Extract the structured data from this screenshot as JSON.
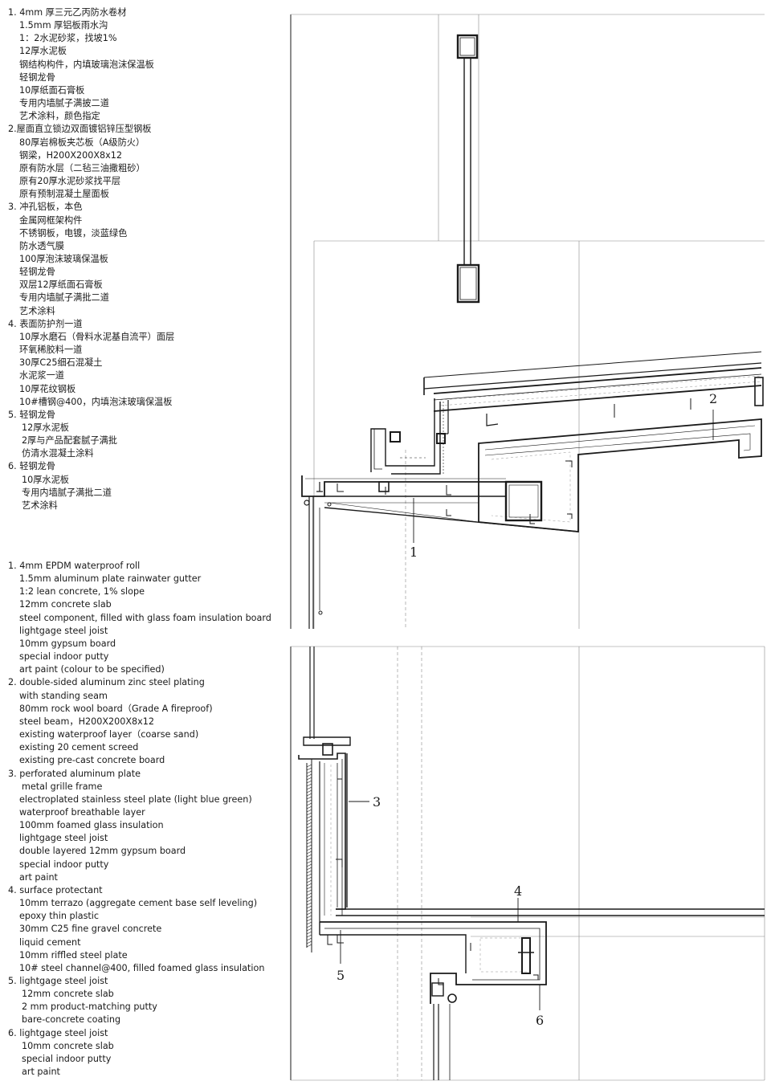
{
  "notes_zh": [
    {
      "text": "1. 4mm 厚三元乙丙防水卷材",
      "indent": 0
    },
    {
      "text": "1.5mm 厚铝板雨水沟",
      "indent": 1
    },
    {
      "text": "1：2水泥砂浆，找坡1%",
      "indent": 1
    },
    {
      "text": "12厚水泥板",
      "indent": 1
    },
    {
      "text": "钢结构构件，内填玻璃泡沫保温板",
      "indent": 1
    },
    {
      "text": "轻钢龙骨",
      "indent": 1
    },
    {
      "text": "10厚纸面石膏板",
      "indent": 1
    },
    {
      "text": "专用内墙腻子满披二道",
      "indent": 1
    },
    {
      "text": "艺术涂料，颜色指定",
      "indent": 1
    },
    {
      "text": "2.屋面直立锁边双面镀铝锌压型钢板",
      "indent": 0
    },
    {
      "text": "80厚岩棉板夹芯板（A级防火）",
      "indent": 1
    },
    {
      "text": "钢梁，H200X200X8x12",
      "indent": 1
    },
    {
      "text": "原有防水层（二毡三油撒粗砂）",
      "indent": 1
    },
    {
      "text": "原有20厚水泥砂浆找平层",
      "indent": 1
    },
    {
      "text": "原有预制混凝土屋面板",
      "indent": 1
    },
    {
      "text": "3. 冲孔铝板，本色",
      "indent": 0
    },
    {
      "text": "金属网框架构件",
      "indent": 1
    },
    {
      "text": "不锈钢板，电镀，淡蓝绿色",
      "indent": 1
    },
    {
      "text": "防水透气膜",
      "indent": 1
    },
    {
      "text": "100厚泡沫玻璃保温板",
      "indent": 1
    },
    {
      "text": "轻钢龙骨",
      "indent": 1
    },
    {
      "text": "双层12厚纸面石膏板",
      "indent": 1
    },
    {
      "text": "专用内墙腻子满批二道",
      "indent": 1
    },
    {
      "text": "艺术涂料",
      "indent": 1
    },
    {
      "text": "4. 表面防护剂一道",
      "indent": 0
    },
    {
      "text": "10厚水磨石（骨料水泥基自流平）面层",
      "indent": 1
    },
    {
      "text": "环氧稀胶料一道",
      "indent": 1
    },
    {
      "text": "30厚C25细石混凝土",
      "indent": 1
    },
    {
      "text": "水泥浆一道",
      "indent": 1
    },
    {
      "text": "10厚花纹钢板",
      "indent": 1
    },
    {
      "text": "10#槽钢@400，内填泡沫玻璃保温板",
      "indent": 1
    },
    {
      "text": "5.  轻钢龙骨",
      "indent": 0
    },
    {
      "text": "12厚水泥板",
      "indent": 2
    },
    {
      "text": "2厚与产品配套腻子满批",
      "indent": 2
    },
    {
      "text": "仿清水混凝土涂料",
      "indent": 2
    },
    {
      "text": "6.  轻钢龙骨",
      "indent": 0
    },
    {
      "text": "10厚水泥板",
      "indent": 2
    },
    {
      "text": "专用内墙腻子满批二道",
      "indent": 2
    },
    {
      "text": "艺术涂料",
      "indent": 2
    }
  ],
  "notes_en": [
    {
      "text": "1. 4mm EPDM waterproof roll",
      "indent": 0
    },
    {
      "text": "1.5mm aluminum plate rainwater gutter",
      "indent": 1
    },
    {
      "text": "1:2 lean concrete, 1% slope",
      "indent": 1
    },
    {
      "text": "12mm concrete slab",
      "indent": 1
    },
    {
      "text": "steel component, filled with glass foam insulation board",
      "indent": 1
    },
    {
      "text": "lightgage steel joist",
      "indent": 1
    },
    {
      "text": "10mm gypsum board",
      "indent": 1
    },
    {
      "text": "special indoor putty",
      "indent": 1
    },
    {
      "text": "art paint (colour to be specified)",
      "indent": 1
    },
    {
      "text": "2. double-sided aluminum zinc steel plating",
      "indent": 0
    },
    {
      "text": "with standing seam",
      "indent": 1
    },
    {
      "text": "80mm rock wool board（Grade A fireproof)",
      "indent": 1
    },
    {
      "text": "steel beam，H200X200X8x12",
      "indent": 1
    },
    {
      "text": "existing waterproof layer（coarse sand)",
      "indent": 1
    },
    {
      "text": "existing 20 cement screed",
      "indent": 1
    },
    {
      "text": "existing pre-cast concrete board",
      "indent": 1
    },
    {
      "text": "3. perforated aluminum plate",
      "indent": 0
    },
    {
      "text": "metal grille frame",
      "indent": 2
    },
    {
      "text": "electroplated stainless steel plate (light blue green)",
      "indent": 1
    },
    {
      "text": "waterproof breathable layer",
      "indent": 1
    },
    {
      "text": "100mm foamed glass insulation",
      "indent": 1
    },
    {
      "text": "lightgage steel joist",
      "indent": 1
    },
    {
      "text": "double layered 12mm gypsum board",
      "indent": 1
    },
    {
      "text": "special indoor putty",
      "indent": 1
    },
    {
      "text": "art paint",
      "indent": 1
    },
    {
      "text": "4. surface protectant",
      "indent": 0
    },
    {
      "text": "10mm terrazo (aggregate cement base self leveling)",
      "indent": 1
    },
    {
      "text": "epoxy thin plastic",
      "indent": 1
    },
    {
      "text": "30mm C25 fine gravel concrete",
      "indent": 1
    },
    {
      "text": "liquid cement",
      "indent": 1
    },
    {
      "text": "10mm riffled steel plate",
      "indent": 1
    },
    {
      "text": "10# steel channel@400, filled foamed glass insulation",
      "indent": 1
    },
    {
      "text": "5.  lightgage steel joist",
      "indent": 0
    },
    {
      "text": "12mm concrete slab",
      "indent": 2
    },
    {
      "text": "2 mm product-matching putty",
      "indent": 2
    },
    {
      "text": "bare-concrete coating",
      "indent": 2
    },
    {
      "text": "6.  lightgage steel joist",
      "indent": 0
    },
    {
      "text": "10mm concrete slab",
      "indent": 2
    },
    {
      "text": "special indoor putty",
      "indent": 2
    },
    {
      "text": "art paint",
      "indent": 2
    }
  ],
  "callouts": {
    "c1": "1",
    "c2": "2",
    "c3": "3",
    "c4": "4",
    "c5": "5",
    "c6": "6"
  }
}
